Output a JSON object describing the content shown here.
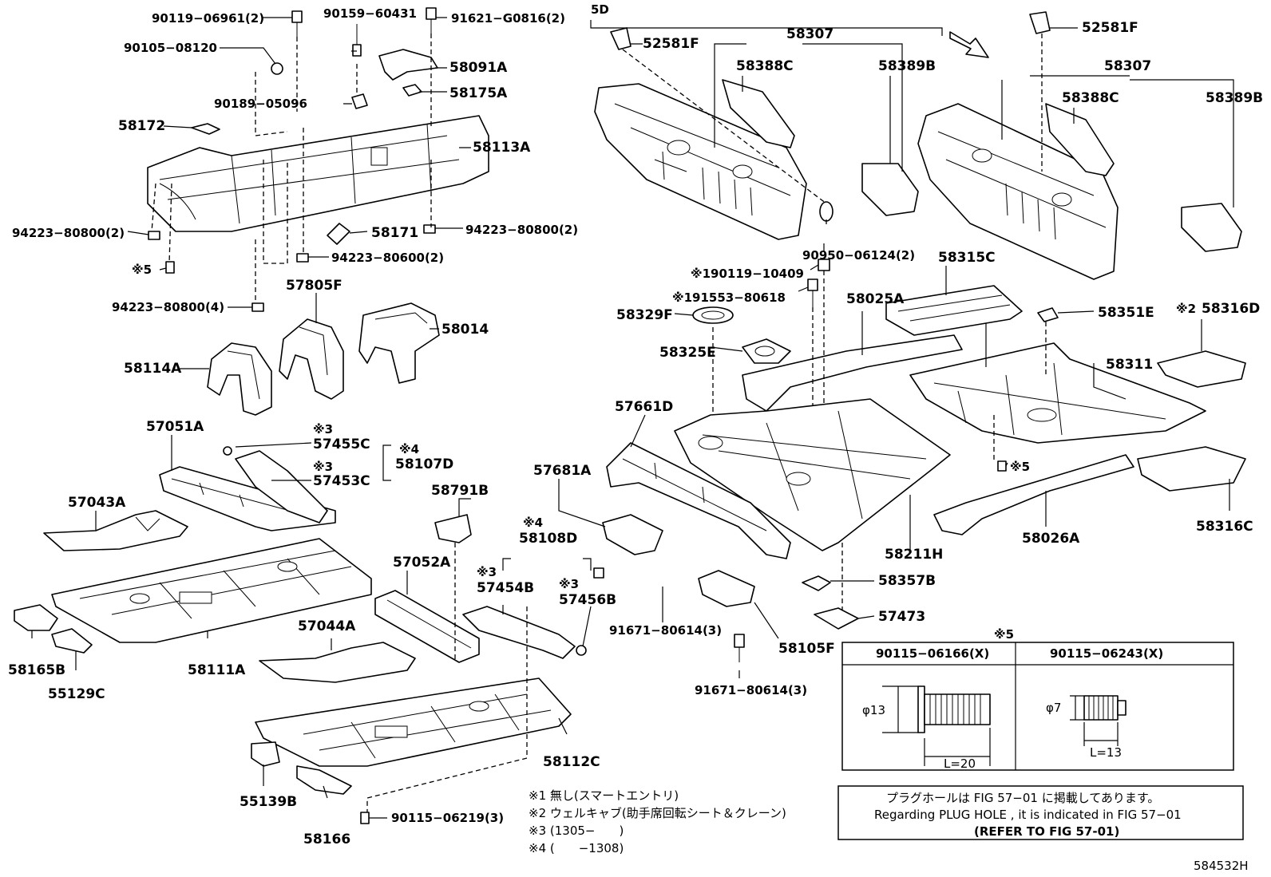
{
  "diagram_code": "584532H",
  "section_ref": "5D",
  "labels": {
    "p90119_06961": "90119−06961(2)",
    "p90159_60431": "90159−60431",
    "p91621_G0816": "91621−G0816(2)",
    "p90105_08120": "90105−08120",
    "p58091A": "58091A",
    "p90189_05096": "90189−05096",
    "p58175A": "58175A",
    "p58172": "58172",
    "p58113A": "58113A",
    "p94223_80800_l": "94223−80800(2)",
    "p58171": "58171",
    "p94223_80800_r": "94223−80800(2)",
    "mark5_a": "※5",
    "p94223_80600": "94223−80600(2)",
    "p94223_80800_4": "94223−80800(4)",
    "p57805F": "57805F",
    "p58014": "58014",
    "p58114A": "58114A",
    "p57051A": "57051A",
    "mark3_a": "※3",
    "p57455C": "57455C",
    "mark4_a": "※4",
    "p58107D": "58107D",
    "mark3_b": "※3",
    "p57453C": "57453C",
    "p57043A": "57043A",
    "p58791B": "58791B",
    "p57681A": "57681A",
    "mark4_b": "※4",
    "p58108D": "58108D",
    "p57052A": "57052A",
    "mark3_c": "※3",
    "p57454B": "57454B",
    "mark3_d": "※3",
    "p57456B": "57456B",
    "p57044A": "57044A",
    "p58165B": "58165B",
    "p55129C": "55129C",
    "p58111A": "58111A",
    "p58112C": "58112C",
    "p55139B": "55139B",
    "p58166": "58166",
    "p90115_06219": "90115−06219(3)",
    "p52581F_l": "52581F",
    "p58307_l": "58307",
    "p58388C_l": "58388C",
    "p58389B_l": "58389B",
    "p52581F_r": "52581F",
    "p58307_r": "58307",
    "p58388C_r": "58388C",
    "p58389B_r": "58389B",
    "p90950_06124": "90950−06124(2)",
    "p90119_10409": "※190119−10409",
    "p91553_80618": "※191553−80618",
    "p58315C": "58315C",
    "p58025A": "58025A",
    "p58329F": "58329F",
    "p58351E": "58351E",
    "mark2": "※2",
    "p58316D": "58316D",
    "p58325E": "58325E",
    "p58311": "58311",
    "p57661D": "57661D",
    "mark5_b": "※5",
    "p58026A": "58026A",
    "p58316C": "58316C",
    "p58211H": "58211H",
    "p58357B": "58357B",
    "p91671_80614_a": "91671−80614(3)",
    "p58105F": "58105F",
    "p57473": "57473",
    "p91671_80614_b": "91671−80614(3)"
  },
  "bolt_table": {
    "mark": "※5",
    "columns": [
      "90115−06166(X)",
      "90115−06243(X)"
    ],
    "col1_dia": "φ13",
    "col1_len": "L=20",
    "col2_dia": "φ7",
    "col2_len": "L=13"
  },
  "footnotes": [
    "※1 無し(スマートエントリ)",
    "※2 ウェルキャブ(助手席回転シート＆クレーン)",
    "※3 (1305−　　)",
    "※4 (　　−1308)"
  ],
  "info_box": {
    "line1": "プラグホールは FIG 57−01 に掲載してあります。",
    "line2": "Regarding PLUG HOLE , it is indicated in FIG 57−01",
    "line3": "(REFER TO FIG 57-01)"
  }
}
